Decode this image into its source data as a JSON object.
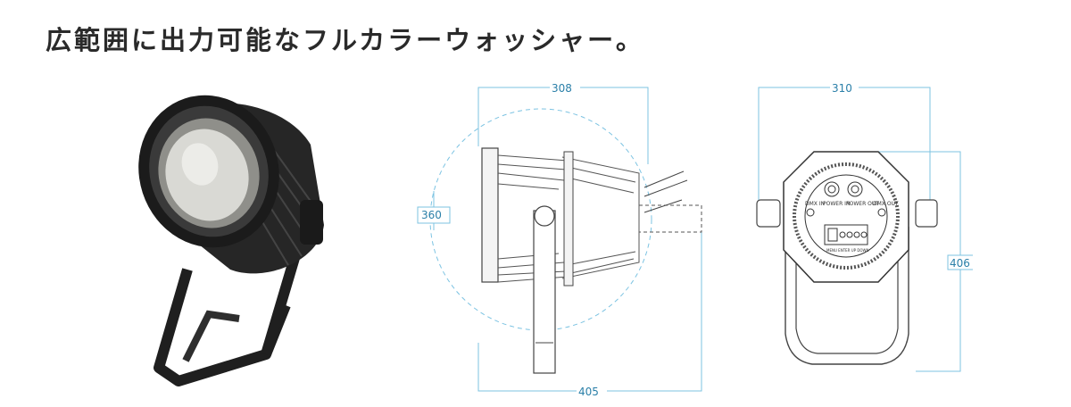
{
  "headline": "広範囲に出力可能なフルカラーウォッシャー。",
  "side_view": {
    "width_label": "308",
    "diameter_label": "360",
    "depth_label": "405"
  },
  "back_view": {
    "width_label": "310",
    "height_label": "406",
    "connectors": [
      "DMX IN",
      "POWER IN",
      "POWER OUT",
      "DMX OUT"
    ],
    "panel_caption": "MENU ENTER UP DOWN"
  },
  "colors": {
    "dimension": "#7cc3e2",
    "dimension_text": "#2a7fa8",
    "fixture_body": "#2b2b2b",
    "lens": "#d9d9d4"
  },
  "icons": [
    "product-photo",
    "side-view-drawing",
    "back-view-drawing"
  ]
}
